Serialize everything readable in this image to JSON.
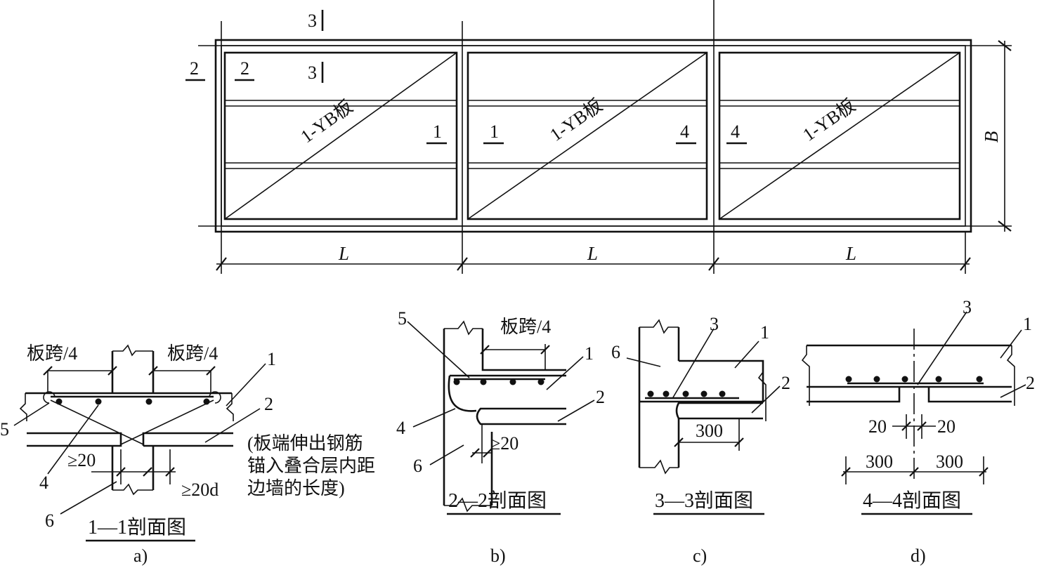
{
  "plan": {
    "slab_label": "1-YB板",
    "dim_span": "L",
    "dim_width": "B",
    "marks": {
      "s1": "1",
      "s2": "2",
      "s3": "3",
      "s4": "4"
    }
  },
  "sections": {
    "a": {
      "title": "1—1剖面图",
      "sub": "a)",
      "quarter_span": "板跨/4",
      "min20": "≥20",
      "min20d": "≥20d",
      "note_lines": [
        "(板端伸出钢筋",
        "锚入叠合层内距",
        "边墙的长度)"
      ],
      "callouts": [
        "1",
        "2",
        "4",
        "5",
        "6"
      ]
    },
    "b": {
      "title": "2—2剖面图",
      "sub": "b)",
      "quarter_span": "板跨/4",
      "min20": "≥20",
      "callouts": [
        "1",
        "2",
        "4",
        "5",
        "6"
      ]
    },
    "c": {
      "title": "3—3剖面图",
      "sub": "c)",
      "dim300": "300",
      "callouts": [
        "1",
        "2",
        "3",
        "6"
      ]
    },
    "d": {
      "title": "4—4剖面图",
      "sub": "d)",
      "dim20": "20",
      "dim300": "300",
      "callouts": [
        "1",
        "2",
        "3"
      ]
    }
  }
}
